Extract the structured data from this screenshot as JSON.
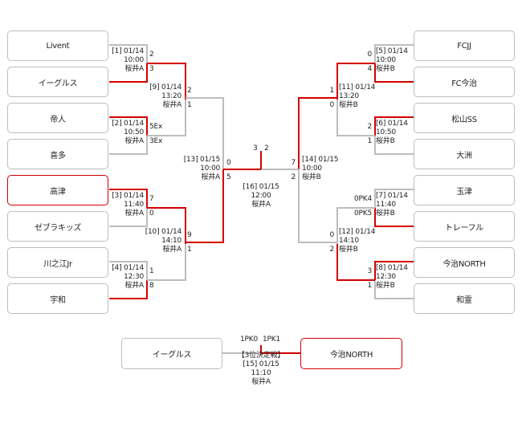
{
  "teams": {
    "left": [
      "Livent",
      "イーグルス",
      "帝人",
      "喜多",
      "高津",
      "ゼブラキッズ",
      "川之江Jr",
      "宇和"
    ],
    "right": [
      "FCJJ",
      "FC今治",
      "松山SS",
      "大洲",
      "玉津",
      "トレーフル",
      "今治NORTH",
      "和霊"
    ],
    "third_left": "イーグルス",
    "third_right": "今治NORTH"
  },
  "matches": {
    "m1": {
      "no": "[1] 01/14",
      "time": "10:00",
      "venue": "桜井A",
      "s1": "2",
      "s2": "3"
    },
    "m2": {
      "no": "[2] 01/14",
      "time": "10:50",
      "venue": "桜井A",
      "s1": "5Ex",
      "s2": "3Ex"
    },
    "m3": {
      "no": "[3] 01/14",
      "time": "11:40",
      "venue": "桜井A",
      "s1": "7",
      "s2": "0"
    },
    "m4": {
      "no": "[4] 01/14",
      "time": "12:30",
      "venue": "桜井A",
      "s1": "1",
      "s2": "8"
    },
    "m5": {
      "no": "[5] 01/14",
      "time": "10:00",
      "venue": "桜井B",
      "s1": "0",
      "s2": "4"
    },
    "m6": {
      "no": "[6] 01/14",
      "time": "10:50",
      "venue": "桜井B",
      "s1": "2",
      "s2": "1"
    },
    "m7": {
      "no": "[7] 01/14",
      "time": "11:40",
      "venue": "桜井B",
      "s1": "0PK4",
      "s2": "0PK5"
    },
    "m8": {
      "no": "[8] 01/14",
      "time": "12:30",
      "venue": "桜井B",
      "s1": "3",
      "s2": "1"
    },
    "m9": {
      "no": "[9] 01/14",
      "time": "13:20",
      "venue": "桜井A",
      "s1": "2",
      "s2": "1"
    },
    "m10": {
      "no": "[10] 01/14",
      "time": "14:10",
      "venue": "桜井A",
      "s1": "9",
      "s2": "1"
    },
    "m11": {
      "no": "[11] 01/14",
      "time": "13:20",
      "venue": "桜井B",
      "s1": "1",
      "s2": "0"
    },
    "m12": {
      "no": "[12] 01/14",
      "time": "14:10",
      "venue": "桜井B",
      "s1": "0",
      "s2": "2"
    },
    "m13": {
      "no": "[13] 01/15",
      "time": "10:00",
      "venue": "桜井A",
      "s1": "0",
      "s2": "5"
    },
    "m14": {
      "no": "[14] 01/15",
      "time": "10:00",
      "venue": "桜井B",
      "s1": "7",
      "s2": "2"
    },
    "m16": {
      "no": "[16] 01/15",
      "time": "12:00",
      "venue": "桜井A",
      "s1": "3",
      "s2": "2"
    },
    "m15": {
      "title": "【3位決定戦】",
      "no": "[15] 01/15",
      "time": "11:10",
      "venue": "桜井A",
      "s1": "1PK0",
      "s2": "1PK1"
    }
  },
  "colors": {
    "winner_line": "#d40000",
    "loser_line": "#bdbdbd",
    "box_border": "#bdbdbd"
  }
}
